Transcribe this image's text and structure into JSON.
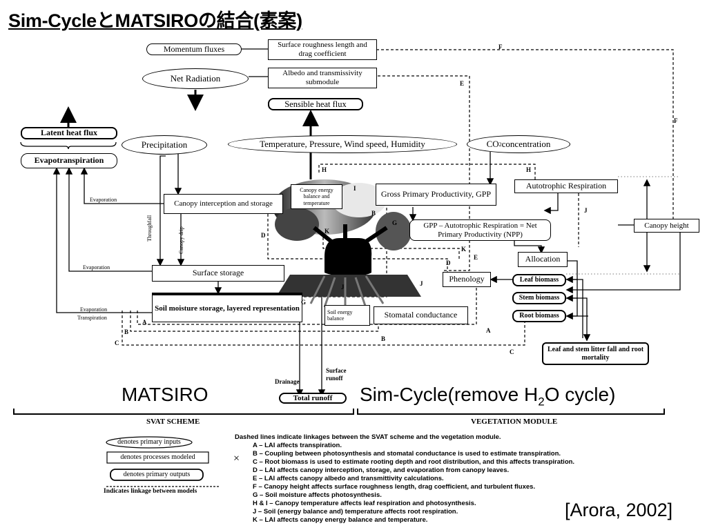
{
  "title": "Sim-CycleとMATSIROの結合(素案)",
  "inputs": {
    "momentum_fluxes": "Momentum fluxes",
    "net_radiation": "Net Radiation",
    "precipitation": "Precipitation",
    "met_vars": "Temperature, Pressure, Wind speed, Humidity",
    "co2": "CO",
    "co2_sub": "2",
    "co2_tail": " concentration"
  },
  "outputs": {
    "sensible_heat": "Sensible heat flux",
    "latent_heat": "Latent heat flux",
    "total_runoff": "Total runoff"
  },
  "processes": {
    "roughness": "Surface roughness length and drag coefficient",
    "albedo": "Albedo and transmissivity submodule",
    "evapotranspiration": "Evapotranspiration",
    "canopy_interception": "Canopy interception and storage",
    "canopy_energy": "Canopy energy balance and temperature",
    "gpp": "Gross Primary Productivity, GPP",
    "autotrophic": "Autotrophic  Respiration",
    "npp": "GPP – Autotrophic Respiration = Net Primary Productivity (NPP)",
    "canopy_height": "Canopy height",
    "surface_storage": "Surface storage",
    "soil_moisture": "Soil moisture storage, layered representation",
    "soil_energy": "Soil energy balance",
    "stomatal": "Stomatal conductance",
    "allocation": "Allocation",
    "phenology": "Phenology",
    "leaf_biomass": "Leaf biomass",
    "stem_biomass": "Stem biomass",
    "root_biomass": "Root biomass",
    "litter": "Leaf and stem litter fall and root mortality"
  },
  "flow_labels": {
    "evaporation": "Evaporation",
    "transpiration": "Transpiration",
    "throughfall": "Throughfall",
    "canopy_drip": "Canopy drip",
    "drainage": "Drainage",
    "surface_runoff": "Surface runoff"
  },
  "link_letters": [
    "A",
    "B",
    "C",
    "D",
    "E",
    "F",
    "G",
    "H",
    "I",
    "J",
    "K"
  ],
  "sections": {
    "matsiro": "MATSIRO",
    "simcycle_pre": "Sim-Cycle(remove H",
    "simcycle_sub": "2",
    "simcycle_post": "O cycle)",
    "svat": "SVAT SCHEME",
    "vegetation": "VEGETATION MODULE"
  },
  "legend": {
    "inputs": "denotes primary inputs",
    "processes": "denotes processes modeled",
    "outputs": "denotes primary outputs",
    "linkage": "Indicates linkage between models",
    "cross": "×"
  },
  "notes": {
    "header": "Dashed lines indicate linkages between the SVAT scheme and the vegetation module.",
    "items": [
      "A – LAI affects transpiration.",
      "B – Coupling between photosynthesis and stomatal conductance is used to estimate transpiration.",
      "C – Root biomass is used to estimate rooting depth and root distribution, and this affects transpiration.",
      "D – LAI affects canopy interception, storage, and evaporation from canopy leaves.",
      "E – LAI affects canopy albedo and transmittivity calculations.",
      "F – Canopy height affects surface roughness length, drag coefficient, and turbulent fluxes.",
      "G – Soil moisture affects photosynthesis.",
      "H & I – Canopy temperature affects leaf respiration and photosynthesis.",
      "J – Soil (energy balance and) temperature affects root respiration.",
      "K – LAI affects canopy energy balance and temperature."
    ]
  },
  "citation": "[Arora, 2002]"
}
